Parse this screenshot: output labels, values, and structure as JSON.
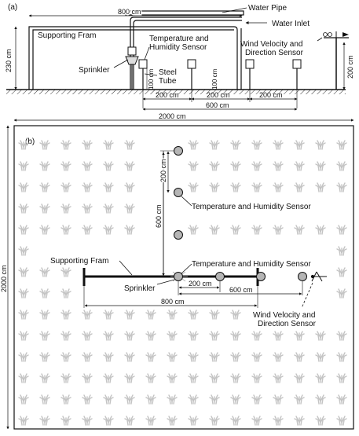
{
  "panel_a": {
    "label": "(a)",
    "labels": {
      "water_pipe": "Water Pipe",
      "water_inlet": "Water Inlet",
      "supporting_frame": "Supporting Fram",
      "temp_humidity_l1": "Temperature and",
      "temp_humidity_l2": "Humidity Sensor",
      "wind_l1": "Wind Velocity and",
      "wind_l2": "Direction Sensor",
      "sprinkler": "Sprinkler",
      "steel_l1": "Steel",
      "steel_l2": "Tube"
    },
    "dims": {
      "width_800": "800 cm",
      "height_230": "230 cm",
      "height_200": "200 cm",
      "tube_100a": "100 cm",
      "tube_100b": "100 cm",
      "sp1": "200 cm",
      "sp2": "200 cm",
      "sp3": "200 cm",
      "total_600": "600 cm"
    }
  },
  "panel_b": {
    "label": "(b)",
    "labels": {
      "temp_sensor_upper": "Temperature and Humidity Sensor",
      "temp_sensor_lower": "Temperature and Humidity Sensor",
      "supporting_frame": "Supporting Fram",
      "sprinkler": "Sprinkler",
      "wind_l1": "Wind Velocity and",
      "wind_l2": "Direction Sensor"
    },
    "dims": {
      "width_2000": "2000 cm",
      "height_2000": "2000 cm",
      "v_200": "200 cm",
      "v_600": "600 cm",
      "h_200": "200 cm",
      "h_600": "600 cm",
      "h_800": "800 cm"
    }
  },
  "colors": {
    "line": "#111111",
    "sensor_fill": "#b5b5b5",
    "plant": "#c4c4c4"
  }
}
